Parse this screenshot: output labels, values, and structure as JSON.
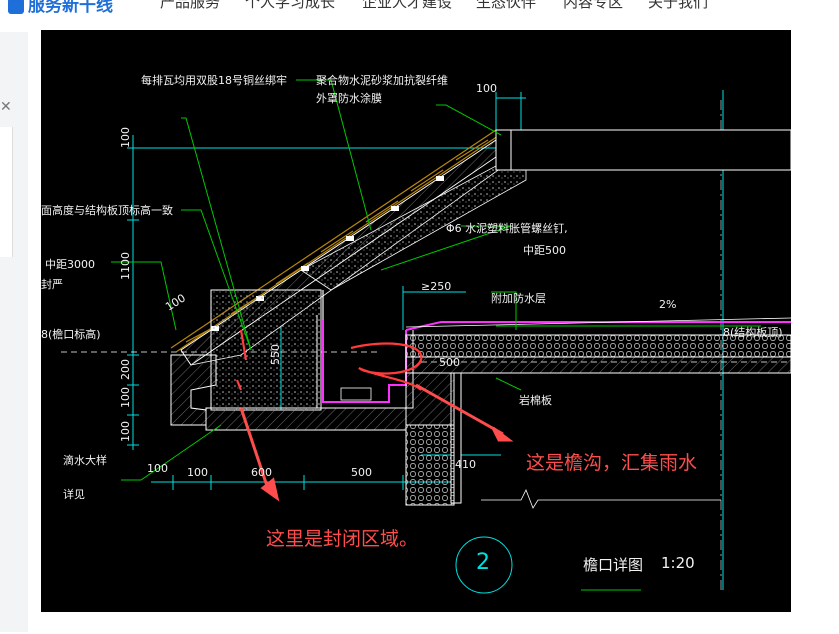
{
  "nav": {
    "logo_text": "服务新干线",
    "items": [
      "产品服务",
      "个人学习成长",
      "企业人才建设",
      "生态伙伴",
      "内容专区",
      "关于我们"
    ]
  },
  "sidebar": {
    "close_glyph": "✕"
  },
  "drawing": {
    "labels": {
      "tie_note": "每排瓦均用双股18号铜丝绑牢",
      "mortar_note_1": "聚合物水泥砂浆加抗裂纤维",
      "mortar_note_2": "外罩防水涂膜",
      "dim_100_top": "100",
      "dim_100_v1": "100",
      "dim_1100": "1100",
      "dim_200": "200",
      "dim_100_v2": "100",
      "dim_100_v3": "100",
      "elev_note": "面高度与结构板顶标高一致",
      "mid_3000": "中距3000",
      "seal": "封严",
      "dim_100_slope": "100",
      "eave_elev": "8(檐口标高)",
      "dim_550": "550",
      "bolt_note_1": "Φ6 水泥塑料胀管螺丝钉,",
      "bolt_note_2": "中距500",
      "dim_250": "≥250",
      "waterproof_layer": "附加防水层",
      "slope": "2%",
      "struct_elev": "8(结构板顶)",
      "dim_500_right": "500",
      "rockwool": "岩棉板",
      "dim_410": "410",
      "drip_note": "滴水大样",
      "detail_note": "详见",
      "dim_100_bottom": "100",
      "dim_100_b2": "100",
      "dim_600": "600",
      "dim_500_bottom": "500",
      "circle_num": "2",
      "title": "檐口详图",
      "scale": "1:20"
    },
    "annotations": {
      "gutter": "这是檐沟，汇集雨水",
      "closed_area": "这里是封闭区域。"
    },
    "colors": {
      "background": "#000000",
      "line": "#ffffff",
      "dimension": "#00e0e0",
      "leader": "#00c800",
      "tile": "#b8860b",
      "membrane": "#ff30ff",
      "markup": "#ff3b3b"
    }
  }
}
